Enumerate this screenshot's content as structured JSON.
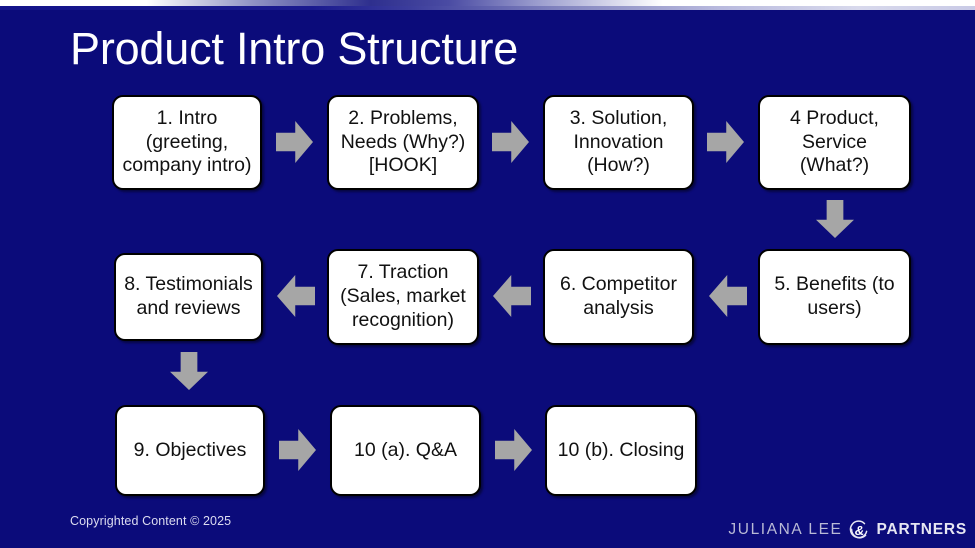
{
  "slide": {
    "title": "Product Intro Structure",
    "background_color": "#0b0b7a",
    "box_fill_color": "#ffffff",
    "box_border_color": "#000000",
    "arrow_color": "#a6a6a6",
    "title_color": "#ffffff"
  },
  "steps": [
    {
      "id": "step-1",
      "label": "1. Intro\n(greeting,\ncompany intro)"
    },
    {
      "id": "step-2",
      "label": "2. Problems,\nNeeds (Why?)\n[HOOK]"
    },
    {
      "id": "step-3",
      "label": "3. Solution,\nInnovation\n(How?)"
    },
    {
      "id": "step-4",
      "label": "4 Product,\nService\n(What?)"
    },
    {
      "id": "step-5",
      "label": "5. Benefits (to\nusers)"
    },
    {
      "id": "step-6",
      "label": "6. Competitor\nanalysis"
    },
    {
      "id": "step-7",
      "label": "7. Traction\n(Sales, market\nrecognition)"
    },
    {
      "id": "step-8",
      "label": "8. Testimonials\nand reviews"
    },
    {
      "id": "step-9",
      "label": "9. Objectives"
    },
    {
      "id": "step-10a",
      "label": "10 (a). Q&A"
    },
    {
      "id": "step-10b",
      "label": "10 (b). Closing"
    }
  ],
  "connectors": [
    {
      "id": "arrow-1-to-2",
      "direction": "right"
    },
    {
      "id": "arrow-2-to-3",
      "direction": "right"
    },
    {
      "id": "arrow-3-to-4",
      "direction": "right"
    },
    {
      "id": "arrow-4-to-5",
      "direction": "down"
    },
    {
      "id": "arrow-5-to-6",
      "direction": "left"
    },
    {
      "id": "arrow-6-to-7",
      "direction": "left"
    },
    {
      "id": "arrow-7-to-8",
      "direction": "left"
    },
    {
      "id": "arrow-8-to-9",
      "direction": "down"
    },
    {
      "id": "arrow-9-to-10a",
      "direction": "right"
    },
    {
      "id": "arrow-10a-to-10b",
      "direction": "right"
    }
  ],
  "footer": {
    "copyright": "Copyrighted Content © 2025",
    "logo": {
      "word1": "JULIANA",
      "word2": "LEE",
      "ampersand": "&",
      "word3": "PARTNERS"
    }
  }
}
